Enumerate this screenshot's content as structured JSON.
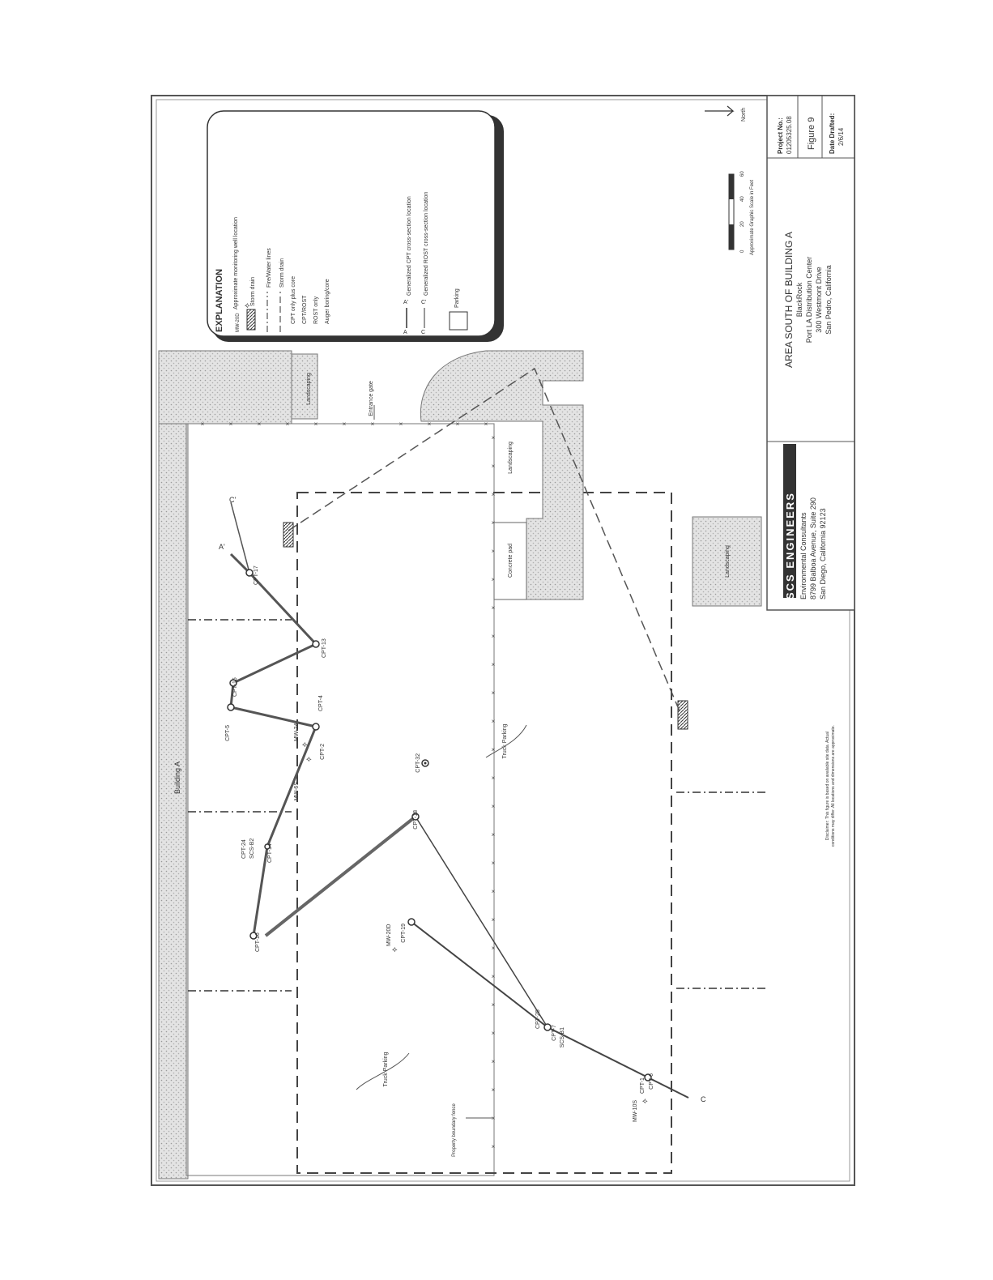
{
  "map": {
    "building_label": "Building A",
    "labels": {
      "landscaping": "Landscaping",
      "entrance_gate": "Entrance gate",
      "concrete_pad": "Concrete pad",
      "truck_parking": "Truck Parking",
      "property_fence": "Property boundary fence",
      "disclaimer_line1": "Disclaimer: This figure is based on available site data. Actual",
      "disclaimer_line2": "conditions may differ. All locations and dimensions are approximate."
    },
    "points": [
      {
        "id": "cpt17",
        "label": "CPT-17"
      },
      {
        "id": "cpt13",
        "label": "CPT-13"
      },
      {
        "id": "cpt15",
        "label": "CPT-15"
      },
      {
        "id": "cpt5",
        "label": "CPT-5"
      },
      {
        "id": "cpt4",
        "label": "CPT-4"
      },
      {
        "id": "cpt2",
        "label": "CPT-2"
      },
      {
        "id": "mw24",
        "label": "MW-24"
      },
      {
        "id": "mw6s",
        "label": "MW-6S"
      },
      {
        "id": "cpt32",
        "label": "CPT-32"
      },
      {
        "id": "cpt18",
        "label": "CPT-18"
      },
      {
        "id": "cpt24",
        "label": "CPT-24"
      },
      {
        "id": "scsb2",
        "label": "SCS-B2"
      },
      {
        "id": "cpt14",
        "label": "CPT-14"
      },
      {
        "id": "cpt16",
        "label": "CPT-16"
      },
      {
        "id": "cpt19",
        "label": "CPT-19"
      },
      {
        "id": "mw20d",
        "label": "MW-20D"
      },
      {
        "id": "cpt25",
        "label": "CPT-25"
      },
      {
        "id": "cpt7",
        "label": "CPT-7"
      },
      {
        "id": "scsb1",
        "label": "SCS-B1"
      },
      {
        "id": "cpt1",
        "label": "CPT-1"
      },
      {
        "id": "cpt6",
        "label": "CPT-6"
      },
      {
        "id": "mw10s",
        "label": "MW-10S"
      }
    ],
    "section_ends": {
      "a_prime": "A'",
      "c_prime": "C'",
      "c": "C"
    }
  },
  "legend": {
    "title": "EXPLANATION",
    "mw_symbol_label": "MW-20D",
    "items": [
      "Approximate monitoring well location",
      "Storm drain",
      "Fire/Water lines",
      "Storm drain",
      "CPT only plus core",
      "CPT/ROST",
      "ROST only",
      "Auger boring/core",
      "Generalized CPT cross-section location",
      "Generalized ROST cross-section location",
      "Parking"
    ],
    "section_a_left": "A",
    "section_a_right": "A'",
    "section_c_left": "C",
    "section_c_right": "C'"
  },
  "scale": {
    "ticks": [
      "0",
      "20",
      "40",
      "60"
    ],
    "caption": "Approximate Graphic Scale in Feet",
    "north": "North"
  },
  "title_block": {
    "company": "SCS ENGINEERS",
    "company_lines": [
      "Environmental Consultants",
      "8799 Balboa Avenue, Suite 290",
      "San Diego, California  92123"
    ],
    "title": "AREA SOUTH OF BUILDING A",
    "title_lines": [
      "BlackRock",
      "Port LA Distribution Center",
      "300 Westmont Drive",
      "San Pedro, California"
    ],
    "project_label": "Project No.:",
    "project_number": "01205325.08",
    "figure": "Figure 9",
    "date_label": "Date Drafted:",
    "date": "2/6/14"
  }
}
